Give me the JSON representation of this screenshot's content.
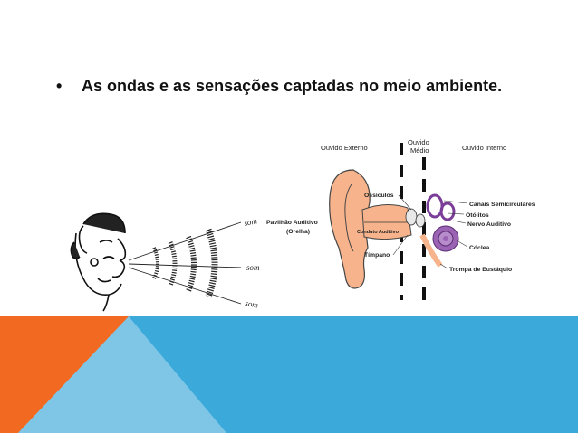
{
  "slide": {
    "bullet": {
      "marker": "•",
      "text": "As ondas e as sensações captadas no meio ambiente."
    },
    "sound_labels": [
      "som",
      "som",
      "som"
    ],
    "ear_diagram": {
      "section_outer": "Ouvido Externo",
      "section_middle_line1": "Ouvido",
      "section_middle_line2": "Médio",
      "section_inner": "Ouvido Interno",
      "ossiculos": "Ossículos",
      "pavilhao_line1": "Pavilhão Auditivo",
      "pavilhao_line2": "(Orelha)",
      "conduto": "Conduto Auditivo",
      "timpano": "Tímpano",
      "canais": "Canais Semicirculares",
      "otolitos": "Otólitos",
      "nervo": "Nervo Auditivo",
      "coclea": "Cóclea",
      "trompa": "Trompa de Eustáquio"
    },
    "colors": {
      "footer_blue": "#3baadb",
      "footer_orange": "#f26a22",
      "footer_light_blue": "#7fc6e6",
      "ear_orange": "#f7b48c",
      "cochlea_purple": "#9b63b4"
    }
  }
}
